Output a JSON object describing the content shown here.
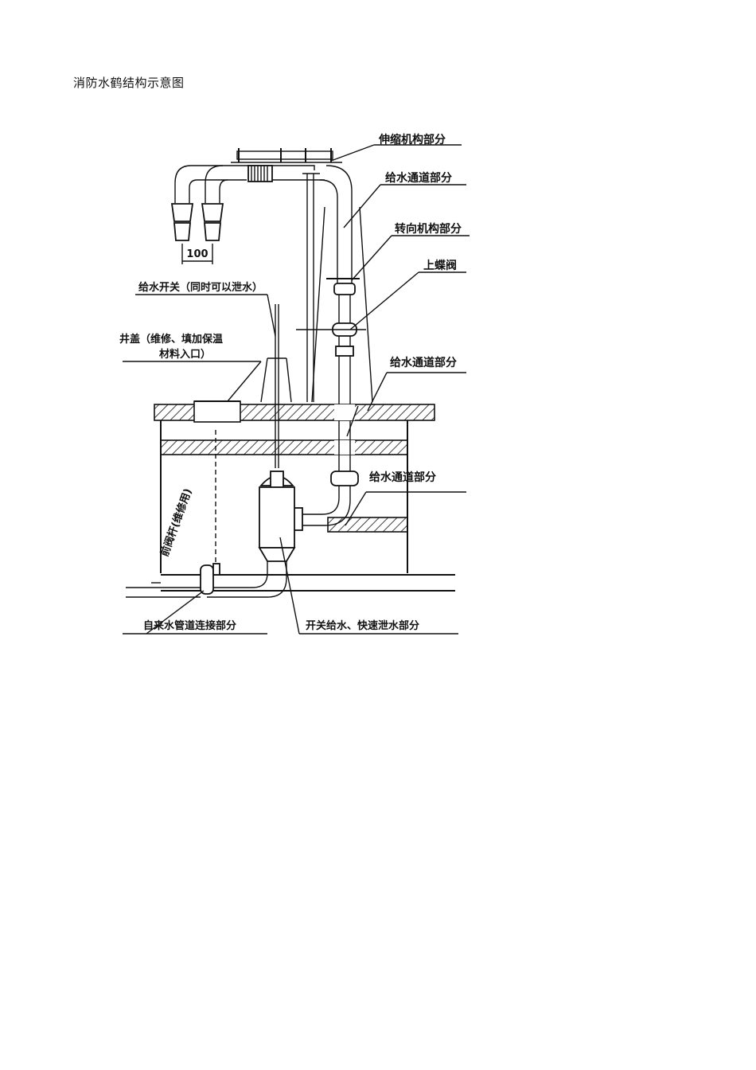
{
  "title": "消防水鹤结构示意图",
  "labels": {
    "telescoping": "伸缩机构部分",
    "supply_upper": "给水通道部分",
    "rotation": "转向机构部分",
    "upper_butterfly": "上蝶阀",
    "supply_switch": "给水开关（同时可以泄水）",
    "well_cover_1": "井盖（维修、填加保温",
    "well_cover_2": "材料入口）",
    "supply_mid": "给水通道部分",
    "supply_lower": "给水通道部分",
    "valve_rod": "前阀杆(维修用)",
    "tap_connection": "自来水管道连接部分",
    "switch_drain": "开关给水、快速泄水部分",
    "dimension": "100"
  }
}
